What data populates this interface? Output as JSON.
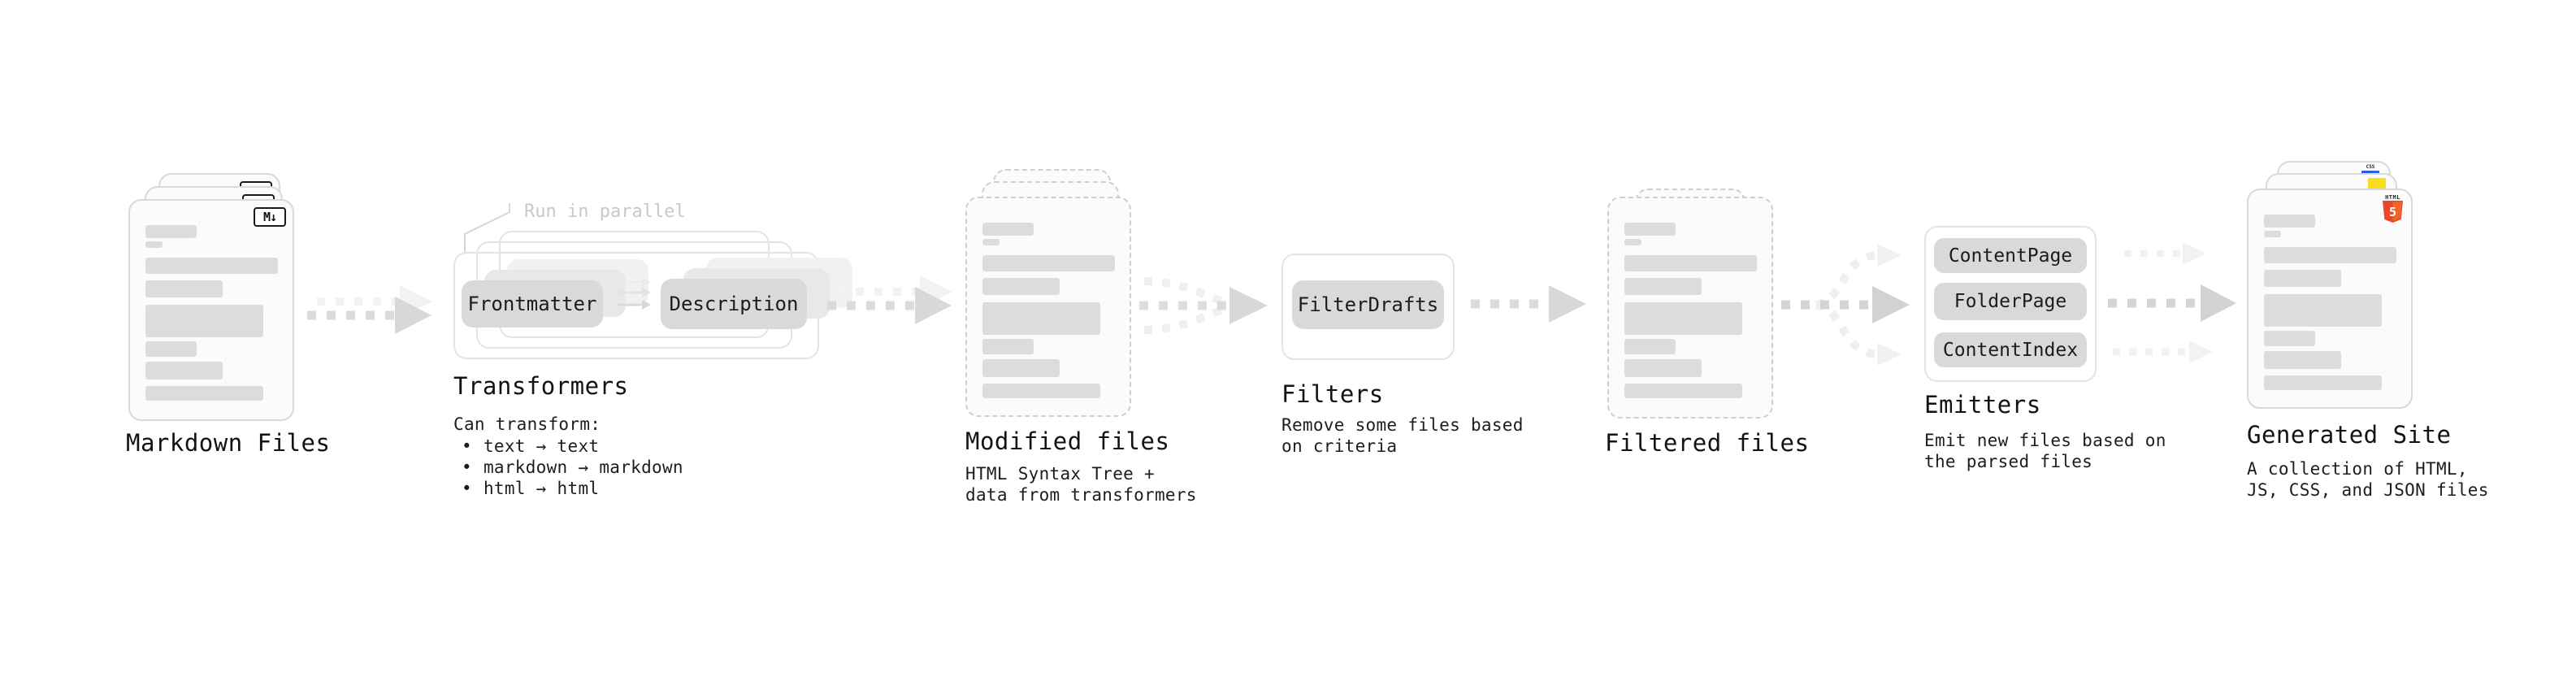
{
  "stages": {
    "markdown": {
      "label": "Markdown Files",
      "badge": "M↓"
    },
    "transformers": {
      "annotation": "Run in parallel",
      "pill_left": "Frontmatter",
      "pill_right": "Description",
      "label": "Transformers",
      "desc_title": "Can transform:",
      "bullet_char": "•",
      "bullets": [
        "text → text",
        "markdown → markdown",
        "html → html"
      ]
    },
    "modified": {
      "label": "Modified files",
      "desc": [
        "HTML Syntax Tree +",
        "data from transformers"
      ]
    },
    "filters": {
      "label": "Filters",
      "pill": "FilterDrafts",
      "desc": [
        "Remove some files based",
        "on criteria"
      ]
    },
    "filtered": {
      "label": "Filtered files"
    },
    "emitters": {
      "label": "Emitters",
      "pills": [
        "ContentPage",
        "FolderPage",
        "ContentIndex"
      ],
      "desc": [
        "Emit new files based on",
        "the parsed files"
      ]
    },
    "site": {
      "label": "Generated Site",
      "desc": [
        "A collection of HTML,",
        "JS, CSS, and JSON files"
      ],
      "badges": {
        "css": "CSS",
        "html_label": "HTML",
        "html_number": "5"
      }
    }
  },
  "colors": {
    "html5_orange": "#e8472b",
    "js_yellow": "#f7df1e",
    "css_blue": "#2760e6"
  }
}
